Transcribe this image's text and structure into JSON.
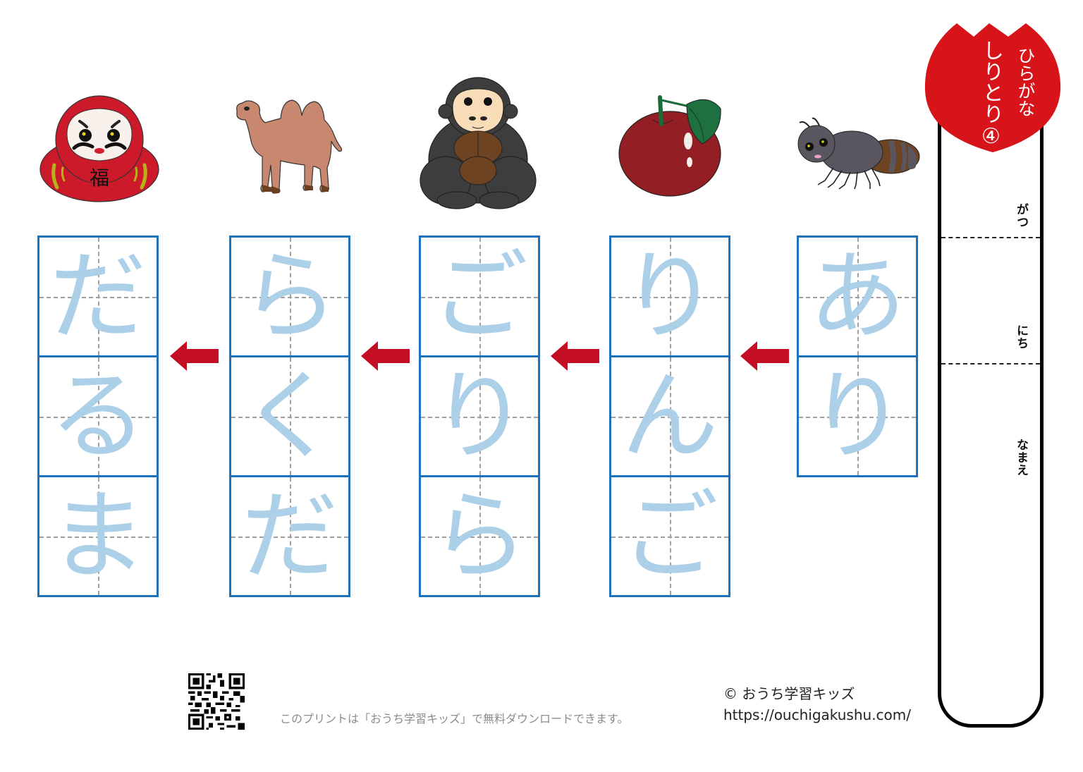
{
  "worksheet": {
    "title_line1": "ひらがな",
    "title_line2": "しりとり④",
    "accent_color": "#d7141a",
    "cell_border_color": "#1b72bf",
    "trace_color": "#acd0e8",
    "arrow_color": "#c40e23"
  },
  "words": [
    {
      "picture": "ant-illustration",
      "kana": [
        "あ",
        "り"
      ],
      "reading": "あり"
    },
    {
      "picture": "apple-illustration",
      "kana": [
        "り",
        "ん",
        "ご"
      ],
      "reading": "りんご"
    },
    {
      "picture": "gorilla-illustration",
      "kana": [
        "ご",
        "り",
        "ら"
      ],
      "reading": "ごりら"
    },
    {
      "picture": "camel-illustration",
      "kana": [
        "ら",
        "く",
        "だ"
      ],
      "reading": "らくだ"
    },
    {
      "picture": "daruma-illustration",
      "kana": [
        "だ",
        "る",
        "ま"
      ],
      "reading": "だるま",
      "daruma_mark": "福"
    }
  ],
  "arrows": [
    {
      "icon": "arrow-left-icon"
    },
    {
      "icon": "arrow-left-icon"
    },
    {
      "icon": "arrow-left-icon"
    },
    {
      "icon": "arrow-left-icon"
    }
  ],
  "name_strip": {
    "month_label": "がつ",
    "day_label": "にち",
    "name_label": "なまえ"
  },
  "footer": {
    "qr_icon": "qr-code-icon",
    "note": "このプリントは「おうち学習キッズ」で無料ダウンロードできます。",
    "copyright": "© おうち学習キッズ",
    "url": "https://ouchigakushu.com/"
  }
}
